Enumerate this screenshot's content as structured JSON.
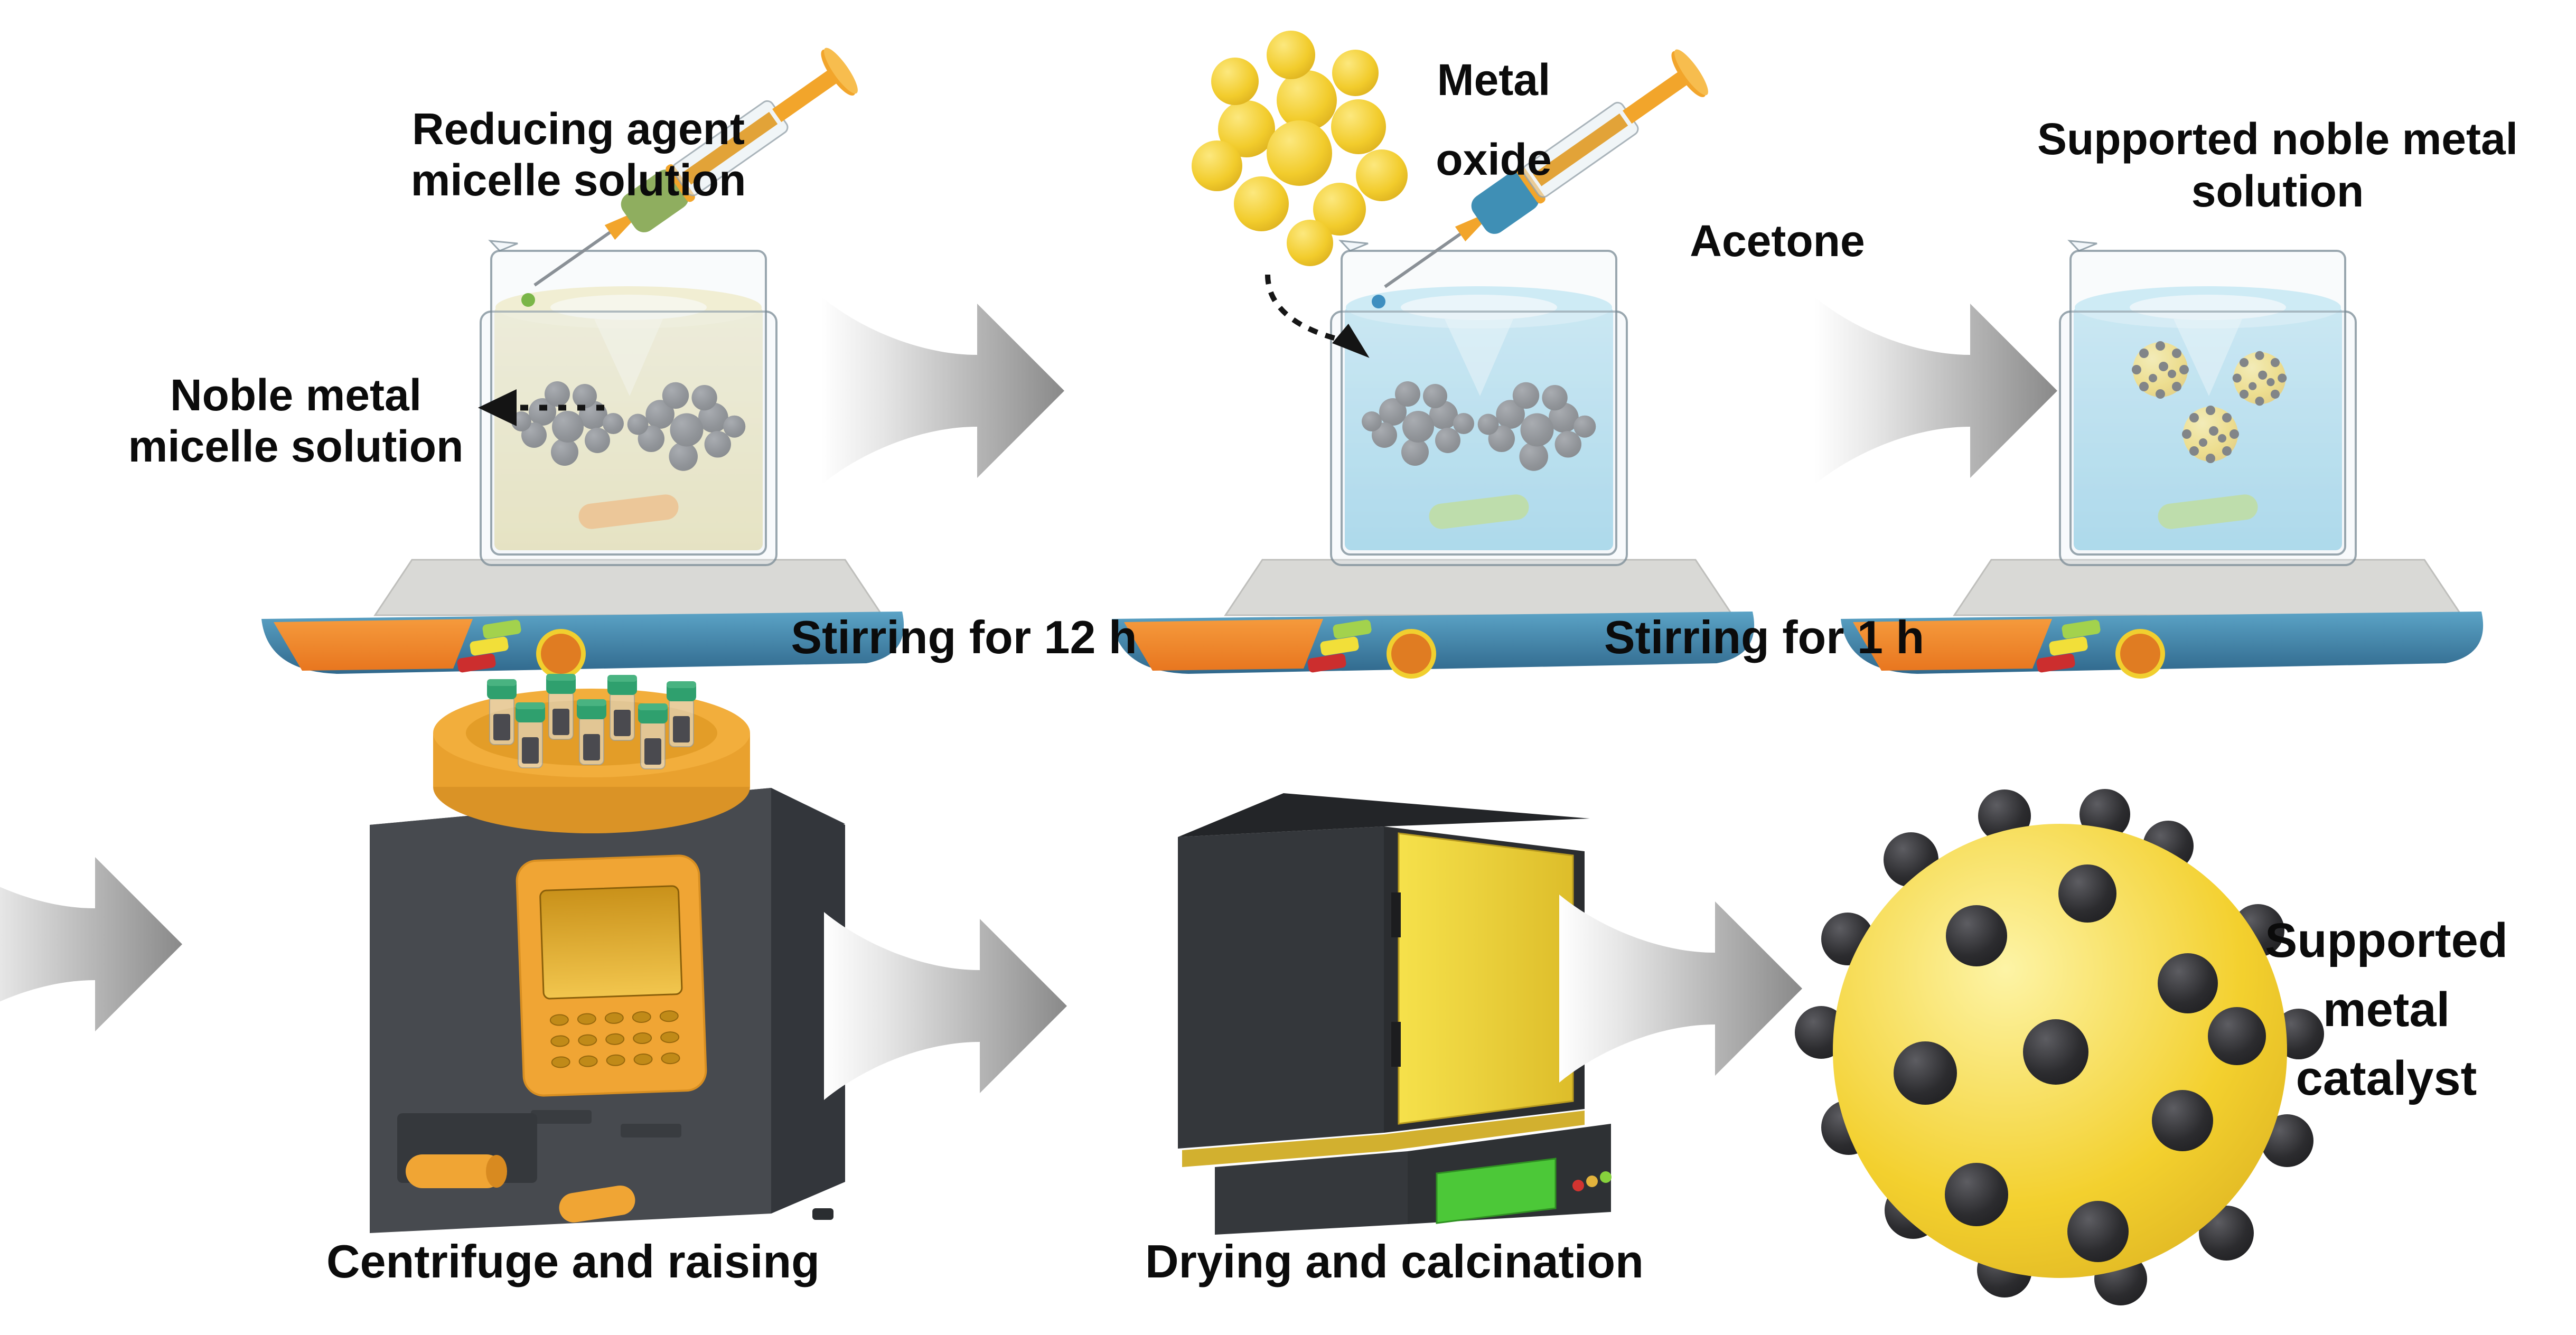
{
  "steps": {
    "step1": {
      "syringe_label": {
        "line1": "Reducing agent",
        "line2": "micelle solution"
      },
      "beaker_label": {
        "line1": "Noble metal",
        "line2": "micelle solution"
      },
      "caption": "Stirring for 12 h"
    },
    "step2": {
      "oxide_label": {
        "line1": "Metal",
        "line2": "oxide"
      },
      "syringe_label": "Acetone",
      "caption": "Stirring for 1 h"
    },
    "step3": {
      "label": {
        "line1": "Supported noble metal",
        "line2": "solution"
      }
    },
    "step4": {
      "caption": "Centrifuge and raising"
    },
    "step5": {
      "caption": "Drying and calcination"
    },
    "step6": {
      "label": {
        "line1": "Supported",
        "line2": "metal",
        "line3": "catalyst"
      }
    }
  },
  "colors": {
    "canvas_bg": "#ffffff",
    "text": "#0b0b0b",
    "stirrer_plate_gray": "#d9d9d6",
    "button_green": "#a3d24d",
    "button_yellow": "#f2df39",
    "button_red": "#cc2e2e",
    "knob_orange": "#e07c22",
    "knob_ring_yellow": "#f1cf2f",
    "stirbar_orange": "#f0a040",
    "stirbar_green": "#96cc66",
    "syringe_orange": "#f2a52b",
    "sleeve_green": "#8fae5f",
    "sleeve_blue": "#3f8fb5",
    "droplet_green": "#7ab648",
    "droplet_blue": "#3e8fc0",
    "centrifuge_orange": "#f0a534",
    "tube_cap_green": "#2fa06e",
    "furnace_screen_green": "#4cc838",
    "led_red": "#d23430",
    "led_amber": "#e2b33c",
    "led_green": "#86d23c",
    "glass_stroke": "rgba(120,138,148,0.75)"
  }
}
